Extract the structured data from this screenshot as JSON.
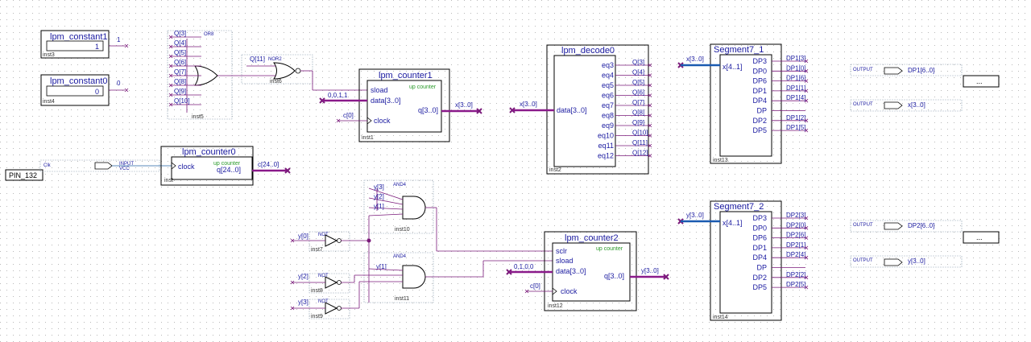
{
  "pin": {
    "label": "PIN_132"
  },
  "input_clk": {
    "name": "Clk",
    "type": "INPUT",
    "vcc": "VCC"
  },
  "const1": {
    "title": "lpm_constant1",
    "value": "1",
    "out": "1",
    "inst": "inst3"
  },
  "const0": {
    "title": "lpm_constant0",
    "value": "0",
    "out": "0",
    "inst": "inst4"
  },
  "or8": {
    "type": "OR8",
    "inst": "inst5",
    "inputs": [
      "Q[3]",
      "Q[4]",
      "Q[5]",
      "Q[6]",
      "Q[7]",
      "Q[8]",
      "Q[9]",
      "Q[10]"
    ]
  },
  "nor2": {
    "type": "NOR2",
    "inst": "inst6",
    "input": "Q[11]"
  },
  "counter0": {
    "title": "lpm_counter0",
    "port_clock": "clock",
    "up": "up counter",
    "port_q": "q[24..0]",
    "out": "c[24..0]",
    "inst": "inst"
  },
  "counter1": {
    "title": "lpm_counter1",
    "port_sload": "sload",
    "port_data": "data[3..0]",
    "port_clock": "clock",
    "up": "up counter",
    "port_q": "q[3..0]",
    "in_data": "0,0,1,1",
    "in_clock": "c[0]",
    "out": "x[3..0]",
    "inst": "inst1"
  },
  "decode": {
    "title": "lpm_decode0",
    "port_data": "data[3..0]",
    "in": "x[3..0]",
    "inst": "inst2",
    "outputs": [
      {
        "port": "eq3",
        "sig": "Q[3]"
      },
      {
        "port": "eq4",
        "sig": "Q[4]"
      },
      {
        "port": "eq5",
        "sig": "Q[5]"
      },
      {
        "port": "eq6",
        "sig": "Q[6]"
      },
      {
        "port": "eq7",
        "sig": "Q[7]"
      },
      {
        "port": "eq8",
        "sig": "Q[8]"
      },
      {
        "port": "eq9",
        "sig": "Q[9]"
      },
      {
        "port": "eq10",
        "sig": "Q[10]"
      },
      {
        "port": "eq11",
        "sig": "Q[11]"
      },
      {
        "port": "eq12",
        "sig": "Q[12]"
      }
    ]
  },
  "seg1": {
    "title": "Segment7_1",
    "in": "x[3..0]",
    "port_in": "x[4..1]",
    "inst": "inst13",
    "outputs": [
      {
        "port": "DP3",
        "sig": "DP1[3]"
      },
      {
        "port": "DP0",
        "sig": "DP1[0]"
      },
      {
        "port": "DP6",
        "sig": "DP1[6]"
      },
      {
        "port": "DP1",
        "sig": "DP1[1]"
      },
      {
        "port": "DP4",
        "sig": "DP1[4]"
      },
      {
        "port": "DP",
        "sig": ""
      },
      {
        "port": "DP2",
        "sig": "DP1[2]"
      },
      {
        "port": "DP5",
        "sig": "DP1[5]"
      }
    ]
  },
  "seg2": {
    "title": "Segment7_2",
    "in": "y[3..0]",
    "port_in": "x[4..1]",
    "inst": "inst14",
    "outputs": [
      {
        "port": "DP3",
        "sig": "DP2[3]"
      },
      {
        "port": "DP0",
        "sig": "DP2[0]"
      },
      {
        "port": "DP6",
        "sig": "DP2[6]"
      },
      {
        "port": "DP1",
        "sig": "DP2[1]"
      },
      {
        "port": "DP4",
        "sig": "DP2[4]"
      },
      {
        "port": "DP",
        "sig": ""
      },
      {
        "port": "DP2",
        "sig": "DP2[2]"
      },
      {
        "port": "DP5",
        "sig": "DP2[5]"
      }
    ]
  },
  "outputs1": [
    {
      "type": "OUTPUT",
      "name": "DP1[6..0]"
    },
    {
      "type": "OUTPUT",
      "name": "x[3..0]"
    }
  ],
  "outputs2": [
    {
      "type": "OUTPUT",
      "name": "DP2[6..0]"
    },
    {
      "type": "OUTPUT",
      "name": "y[3..0]"
    }
  ],
  "pin_boxes": {
    "label": "..."
  },
  "and4_top": {
    "type": "AND4",
    "inst": "inst10",
    "inputs": [
      "y[3]",
      "y[2]",
      "y[1]"
    ]
  },
  "and4_bot": {
    "type": "AND4",
    "inst": "inst11",
    "inputs": [
      "y[1]"
    ]
  },
  "nots": [
    {
      "type": "NOT",
      "in": "y[0]",
      "inst": "inst7"
    },
    {
      "type": "NOT",
      "in": "y[2]",
      "inst": "inst8"
    },
    {
      "type": "NOT",
      "in": "y[3]",
      "inst": "inst9"
    }
  ],
  "counter2": {
    "title": "lpm_counter2",
    "port_sclr": "sclr",
    "port_sload": "sload",
    "port_data": "data[3..0]",
    "port_clock": "clock",
    "up": "up counter",
    "port_q": "q[3..0]",
    "in_data": "0,1,0,0",
    "in_clock": "c[0]",
    "out": "y[3..0]",
    "inst": "inst12"
  },
  "colors": {
    "wire": "#7a1a7a",
    "bus": "#8a1a8a",
    "port": "#1a1aa0",
    "grid": "#c8c8c8",
    "input_wire": "#2060a0"
  }
}
